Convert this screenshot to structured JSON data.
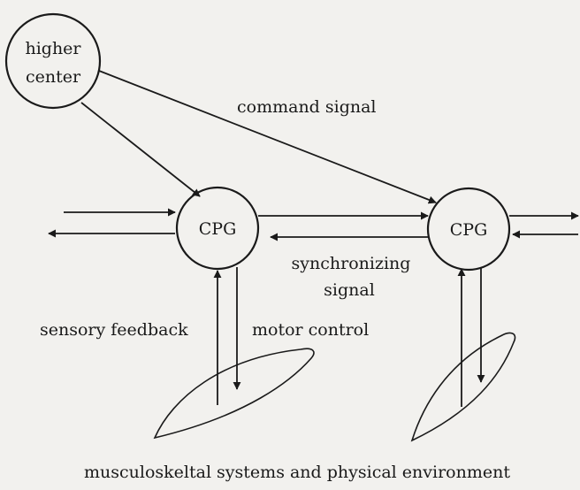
{
  "diagram": {
    "nodes": {
      "higher_center": {
        "line1": "higher",
        "line2": "center"
      },
      "cpg_left": {
        "label": "CPG"
      },
      "cpg_right": {
        "label": "CPG"
      }
    },
    "labels": {
      "command_signal": "command signal",
      "synchronizing_line1": "synchronizing",
      "synchronizing_line2": "signal",
      "sensory_feedback": "sensory feedback",
      "motor_control": "motor control",
      "bottom_caption": "musculoskeltal systems and physical environment"
    },
    "colors": {
      "background": "#f2f1ee",
      "ink": "#1a1a1a"
    }
  }
}
